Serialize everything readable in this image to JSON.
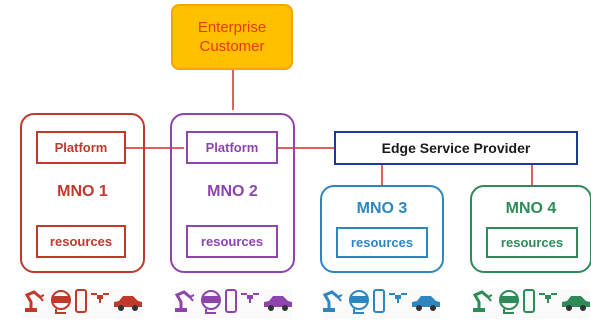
{
  "enterprise": {
    "line1": "Enterprise",
    "line2": "Customer"
  },
  "edge_provider": {
    "label": "Edge Service Provider"
  },
  "operators": [
    {
      "name": "MNO 1",
      "platform": "Platform",
      "resources": "resources",
      "color": "#c0392b"
    },
    {
      "name": "MNO 2",
      "platform": "Platform",
      "resources": "resources",
      "color": "#8e44ad"
    },
    {
      "name": "MNO 3",
      "resources": "resources",
      "color": "#2e86c1"
    },
    {
      "name": "MNO 4",
      "resources": "resources",
      "color": "#2e8b57"
    }
  ],
  "colors": {
    "enterprise_fill": "#ffc000",
    "enterprise_text": "#e8380d",
    "enterprise_border": "#f0a800",
    "edge_border": "#1f3a93",
    "edge_text": "#1a1a1a",
    "connector": "#e06060"
  },
  "device_icons": [
    "robot-arm-icon",
    "vr-headset-icon",
    "smartphone-icon",
    "drone-icon",
    "car-icon"
  ]
}
